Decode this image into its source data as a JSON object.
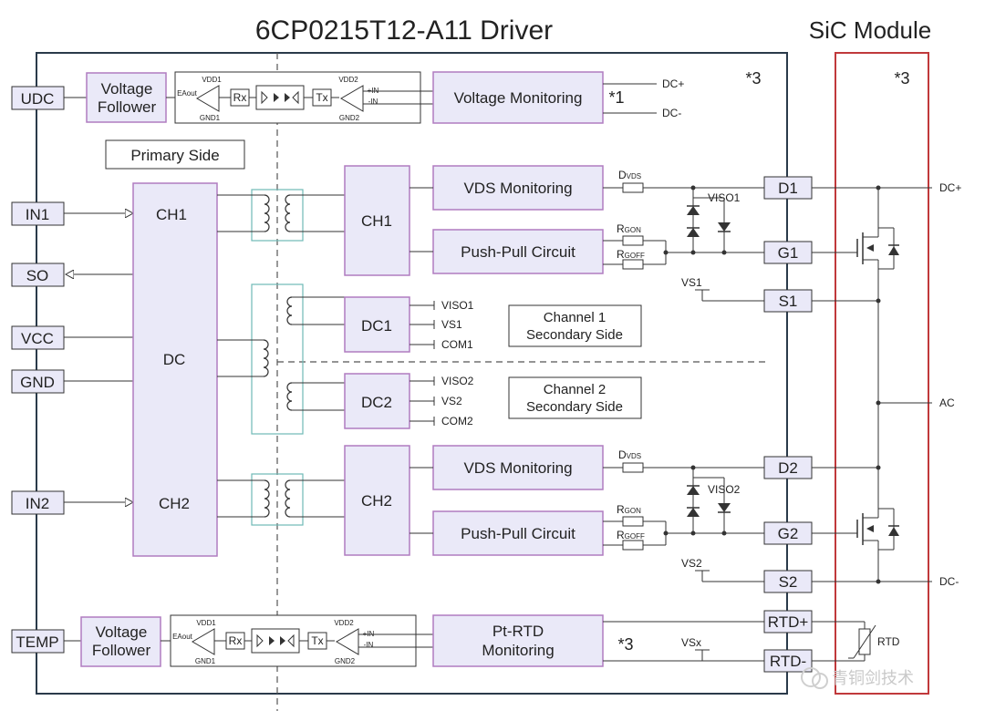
{
  "title": "6CP0215T12-A11 Driver",
  "module_title": "SiC Module",
  "notes": {
    "star3_driver": "*3",
    "star3_module": "*3",
    "star1": "*1",
    "star3_rtd": "*3"
  },
  "left_pins": {
    "udc": "UDC",
    "in1": "IN1",
    "so": "SO",
    "vcc": "VCC",
    "gnd": "GND",
    "in2": "IN2",
    "temp": "TEMP"
  },
  "primary": {
    "label": "Primary Side",
    "ch1": "CH1",
    "dc": "DC",
    "ch2": "CH2",
    "vf_top": [
      "Voltage",
      "Follower"
    ],
    "vf_bottom": [
      "Voltage",
      "Follower"
    ]
  },
  "isolator": {
    "rx": "Rx",
    "tx": "Tx",
    "vdd1": "VDD1",
    "vdd2": "VDD2",
    "gnd1": "GND1",
    "gnd2": "GND2",
    "eaout": "EAout",
    "plus_in": "+IN",
    "minus_in": "-IN"
  },
  "secondary": {
    "voltage_monitoring": "Voltage Monitoring",
    "ch1": "CH1",
    "ch2": "CH2",
    "dc1": "DC1",
    "dc2": "DC2",
    "vds_monitoring_1": "VDS Monitoring",
    "vds_monitoring_2": "VDS Monitoring",
    "push_pull_1": "Push-Pull Circuit",
    "push_pull_2": "Push-Pull Circuit",
    "rtd_monitoring": [
      "Pt-RTD",
      "Monitoring"
    ],
    "channel1": [
      "Channel 1",
      "Secondary Side"
    ],
    "channel2": [
      "Channel 2",
      "Secondary Side"
    ],
    "dc1_rails": [
      "VISO1",
      "VS1",
      "COM1"
    ],
    "dc2_rails": [
      "VISO2",
      "VS2",
      "COM2"
    ]
  },
  "components": {
    "dvds": [
      "D",
      "VDS"
    ],
    "rgon": [
      "R",
      "GON"
    ],
    "rgoff": [
      "R",
      "GOFF"
    ],
    "viso1": "VISO1",
    "viso2": "VISO2",
    "vs1": "VS1",
    "vs2": "VS2",
    "vsx": "VSx"
  },
  "right_pins": {
    "d1": "D1",
    "g1": "G1",
    "s1": "S1",
    "d2": "D2",
    "g2": "G2",
    "s2": "S2",
    "rtd_plus": "RTD+",
    "rtd_minus": "RTD-"
  },
  "module": {
    "rtd": "RTD",
    "dc_plus_top": "DC+",
    "ac": "AC",
    "dc_minus_bottom": "DC-"
  },
  "vm_inputs": {
    "dc_plus": "DC+",
    "dc_minus": "DC-"
  },
  "watermark": "青铜剑技术",
  "colors": {
    "box_fill": "#eae9f8",
    "box_border": "#b07cc0",
    "driver_border": "#2a3a4a",
    "module_border": "#c0393b",
    "transformer": "#6fb9b6",
    "line": "#333333"
  }
}
